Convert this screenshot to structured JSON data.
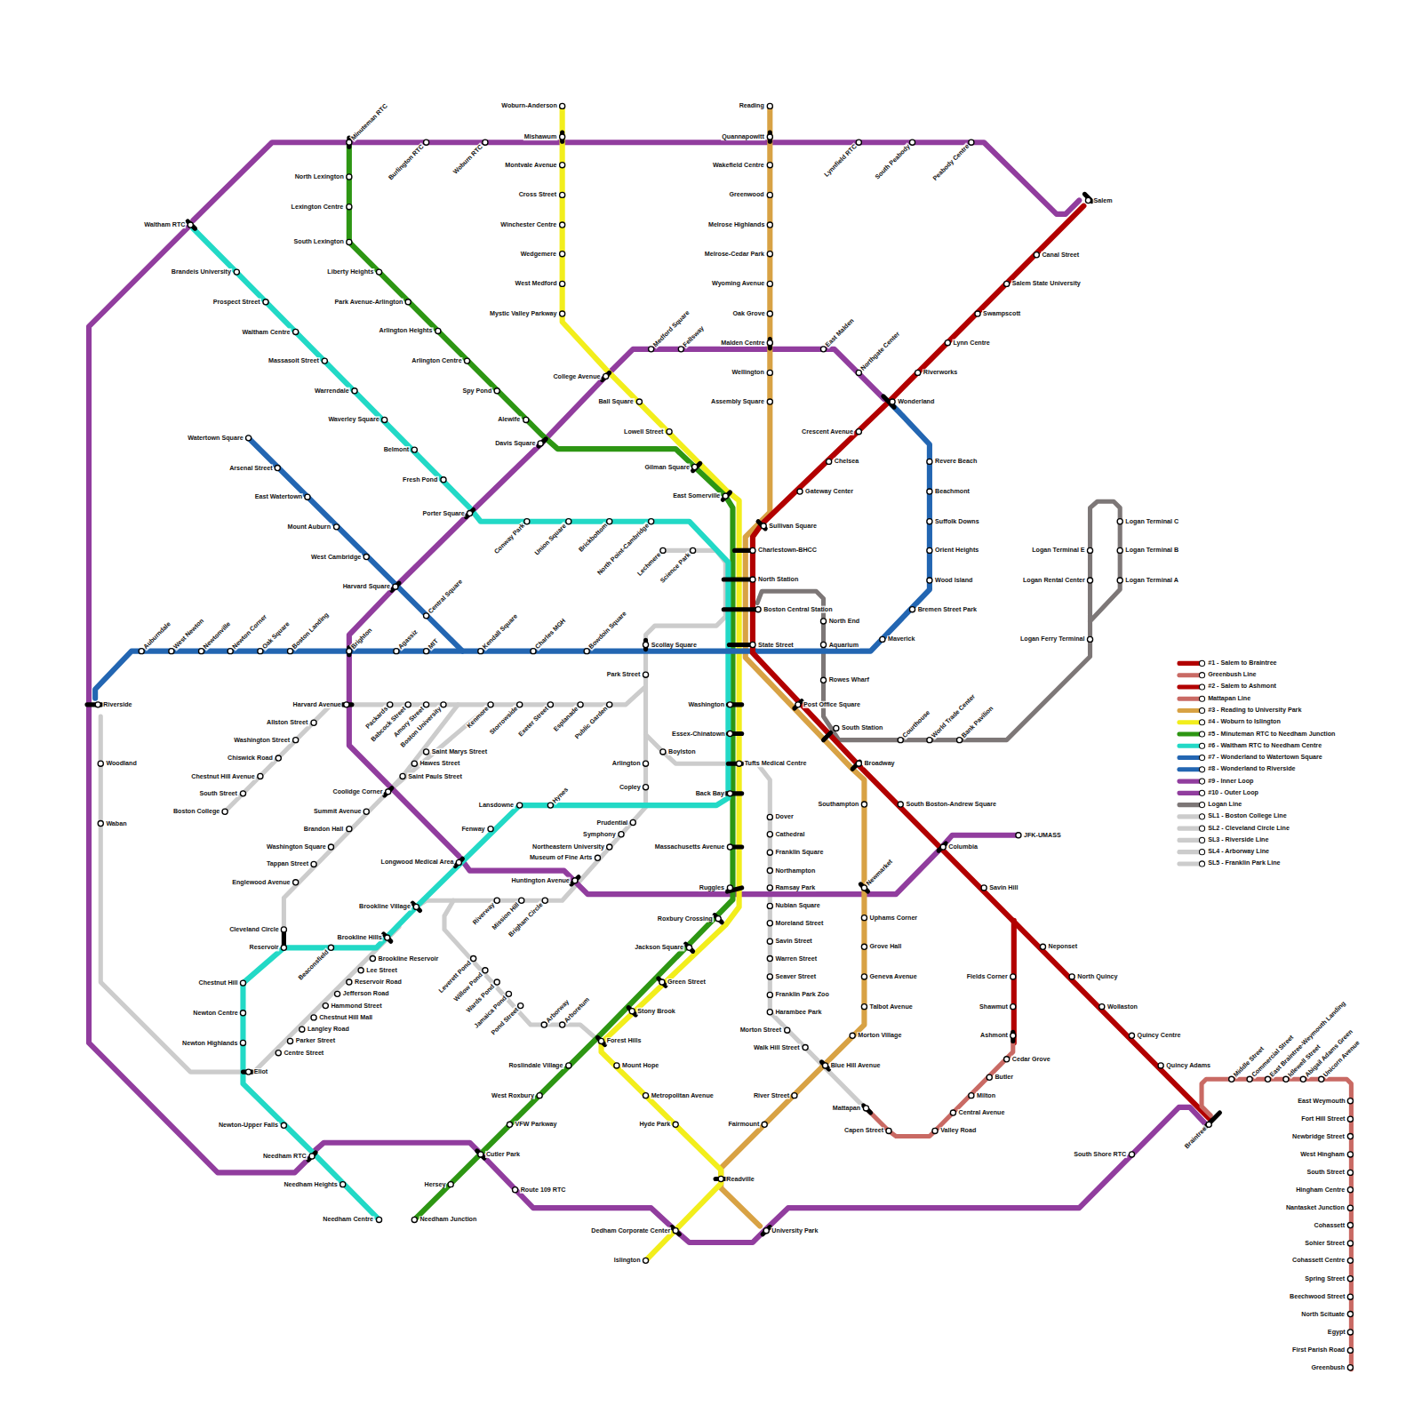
{
  "diagram": {
    "labels": [
      "Woburn-Anderson",
      "Mishawum",
      "Montvale Avenue",
      "Cross Street",
      "Winchester Centre",
      "Wedgemere",
      "West Medford",
      "Mystic Valley Parkway",
      "Reading",
      "Quannapowitt",
      "Wakefield Centre",
      "Greenwood",
      "Melrose Highlands",
      "Melrose-Cedar Park",
      "Wyoming Avenue",
      "Oak Grove",
      "Malden Centre",
      "Wellington",
      "Assembly Square",
      "Minuteman RTC",
      "Burlington RTC",
      "Woburn RTC",
      "Lynnfield RTC",
      "South Peabody",
      "Peabody Centre",
      "Salem",
      "Canal Street",
      "Salem State University",
      "Swampscott",
      "Lynn Centre",
      "Riverworks",
      "Wonderland",
      "Crescent Avenue",
      "Chelsea",
      "Gateway Center",
      "Sullivan Square",
      "Charlestown-BHCC",
      "North Station",
      "Boston Central Station",
      "State Street",
      "Post Office Square",
      "South Station",
      "Broadway",
      "South Boston-Andrew Square",
      "Columbia",
      "JFK-UMASS",
      "Savin Hill",
      "Neponset",
      "North Quincy",
      "Wollaston",
      "Quincy Centre",
      "Quincy Adams",
      "Braintree",
      "Fields Corner",
      "Shawmut",
      "Ashmont",
      "Cedar Grove",
      "Butler",
      "Milton",
      "Central Avenue",
      "Valley Road",
      "Capen Street",
      "Mattapan",
      "South Shore RTC",
      "Middle Street",
      "Commercial Street",
      "East Braintree-Weymouth Landing",
      "Idlewell Street",
      "Abigail Adams Green",
      "Unicorn Avenue",
      "East Weymouth",
      "Fort Hill Street",
      "Newbridge Street",
      "West Hingham",
      "South Street",
      "Hingham Centre",
      "Nantasket Junction",
      "Cohassett",
      "Sohier Street",
      "Cohassett Centre",
      "Spring Street",
      "Beechwood Street",
      "North Scituate",
      "Egypt",
      "First Parish Road",
      "Greenbush",
      "Medford Square",
      "Fellsway",
      "East Malden",
      "Northgate Center",
      "College Avenue",
      "Ball Square",
      "Lowell Street",
      "Gilman Square",
      "East Somerville",
      "Revere Beach",
      "Beachmont",
      "Suffolk Downs",
      "Orient Heights",
      "Wood Island",
      "Bremen Street Park",
      "Maverick",
      "North End",
      "Aquarium",
      "Rowes Wharf",
      "Courthouse",
      "World Trade Center",
      "Bank Pavilion",
      "Logan Terminal E",
      "Logan Rental Center",
      "Logan Ferry Terminal",
      "Logan Terminal C",
      "Logan Terminal B",
      "Logan Terminal A",
      "North Lexington",
      "Lexington Centre",
      "South Lexington",
      "Liberty Heights",
      "Park Avenue-Arlington",
      "Arlington Heights",
      "Arlington Centre",
      "Spy Pond",
      "Alewife",
      "Davis Square",
      "Waltham RTC",
      "Brandeis University",
      "Prospect Street",
      "Waltham Centre",
      "Massasoit Street",
      "Warrendale",
      "Waverley Square",
      "Belmont",
      "Fresh Pond",
      "Porter Square",
      "Watertown Square",
      "Arsenal Street",
      "East Watertown",
      "Mount Auburn",
      "West Cambridge",
      "Harvard Square",
      "Conway Park",
      "Union Square",
      "Brickbottom",
      "North Point-Cambridge",
      "Lechmere",
      "Science Park",
      "Central Square",
      "Auburndale",
      "West Newton",
      "Newtonville",
      "Newton Corner",
      "Oak Square",
      "Boston Landing",
      "Brighton",
      "Agassiz",
      "MIT",
      "Kendall Square",
      "Charles MGH",
      "Bowdoin Square",
      "Scollay Square",
      "Riverside",
      "Woodland",
      "Waban",
      "Harvard Avenue",
      "Packards",
      "Babcock Street",
      "Amory Street",
      "Boston University",
      "Kenmore",
      "Storrowside",
      "Exeter Street",
      "Esplanade",
      "Public Garden",
      "Park Street",
      "Washington",
      "Essex-Chinatown",
      "Allston Street",
      "Washington Street",
      "Chiswick Road",
      "Chestnut Hill Avenue",
      "South Street",
      "Boston College",
      "Saint Marys Street",
      "Hawes Street",
      "Saint Pauls Street",
      "Arlington",
      "Boylston",
      "Tufts Medical Centre",
      "Copley",
      "Back Bay",
      "Coolidge Corner",
      "Summit Avenue",
      "Lansdowne",
      "Hynes",
      "Dover",
      "Prudential",
      "Brandon Hall",
      "Fenway",
      "Cathedral",
      "Symphony",
      "Washington Square",
      "Northeastern University",
      "Massachusetts Avenue",
      "Franklin Square",
      "Museum of Fine Arts",
      "Longwood Medical Area",
      "Tappan Street",
      "Northampton",
      "Huntington Avenue",
      "Englewood Avenue",
      "Ruggles",
      "Ramsay Park",
      "Newmarket",
      "Southampton",
      "Riverway",
      "Mission Hill",
      "Brigham Circle",
      "Nubian Square",
      "Brookline Village",
      "Uphams Corner",
      "Roxbury Crossing",
      "Moreland Street",
      "Cleveland Circle",
      "Brookline Hills",
      "Savin Street",
      "Reservoir",
      "Beaconsfield",
      "Jackson Square",
      "Grove Hall",
      "Brookline Reservoir",
      "Leverett Pond",
      "Warren Street",
      "Lee Street",
      "Willow Pond",
      "Reservoir Road",
      "Wards Pond",
      "Green Street",
      "Seaver Street",
      "Geneva Avenue",
      "Chestnut Hill",
      "Jefferson Road",
      "Jamaica Pond",
      "Franklin Park Zoo",
      "Hammond Street",
      "Pond Street",
      "Stony Brook",
      "Harambee Park",
      "Talbot Avenue",
      "Newton Centre",
      "Chestnut Hill Mall",
      "Arborway",
      "Arboretum",
      "Langley Road",
      "Morton Street",
      "Morton Village",
      "Parker Street",
      "Forest Hills",
      "Newton Highlands",
      "Walk Hill Street",
      "Centre Street",
      "Roslindale Village",
      "Mount Hope",
      "Blue Hill Avenue",
      "Eliot",
      "West Roxbury",
      "Metropolitan Avenue",
      "River Street",
      "VFW Parkway",
      "Hyde Park",
      "Fairmount",
      "Newton-Upper Falls",
      "Needham RTC",
      "Cutler Park",
      "Readville",
      "Needham Heights",
      "Hersey",
      "Route 109 RTC",
      "Needham Centre",
      "Needham Junction",
      "Dedham Corporate Center",
      "University Park",
      "Islington"
    ],
    "legend": [
      {
        "text": "#1 - Salem to Braintree",
        "color": "#b20000"
      },
      {
        "text": "Greenbush Line",
        "color": "#c96a64"
      },
      {
        "text": "#2 - Salem to Ashmont",
        "color": "#b20000"
      },
      {
        "text": "Mattapan Line",
        "color": "#c96a64"
      },
      {
        "text": "#3 - Reading to University Park",
        "color": "#d8a244"
      },
      {
        "text": "#4 - Woburn to Islington",
        "color": "#f2ee1c"
      },
      {
        "text": "#5 - Minuteman RTC to Needham Junction",
        "color": "#2d9613"
      },
      {
        "text": "#6 - Waltham RTC to Needham Centre",
        "color": "#22d9c6"
      },
      {
        "text": "#7 - Wonderland to Watertown Square",
        "color": "#2366b2"
      },
      {
        "text": "#8 - Wonderland to Riverside",
        "color": "#2366b2"
      },
      {
        "text": "#9 - Inner Loop",
        "color": "#913d9e"
      },
      {
        "text": "#10 - Outer Loop",
        "color": "#913d9e"
      },
      {
        "text": "Logan Line",
        "color": "#7d7777"
      },
      {
        "text": "SL1 - Boston College Line",
        "color": "#cccccc"
      },
      {
        "text": "SL2 - Cleveland Circle Line",
        "color": "#cccccc"
      },
      {
        "text": "SL3 - Riverside Line",
        "color": "#cccccc"
      },
      {
        "text": "SL4 - Arborway Line",
        "color": "#cccccc"
      },
      {
        "text": "SL5 - Franklin Park Line",
        "color": "#cccccc"
      }
    ]
  }
}
